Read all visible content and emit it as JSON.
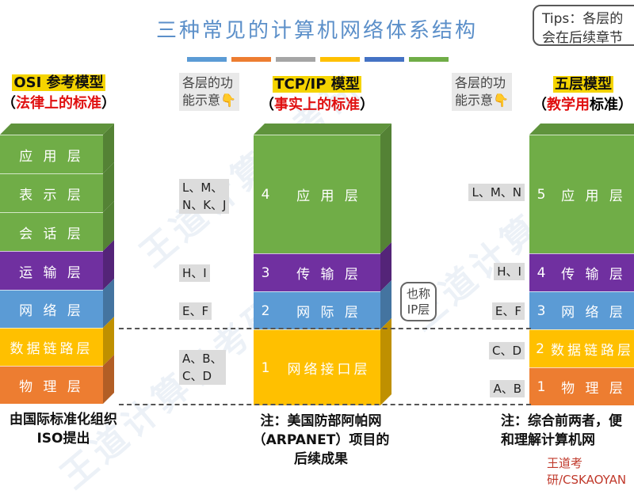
{
  "title": "三种常见的计算机网络体系结构",
  "tips": {
    "line1": "Tips：各层的",
    "line2": "会在后续章节"
  },
  "stripe_colors": [
    "#5b9bd5",
    "#ed7d31",
    "#a5a5a5",
    "#ffc000",
    "#4472c4",
    "#70ad47"
  ],
  "osi": {
    "heading_line1": "OSI 参考模型",
    "heading_line2_prefix": "（",
    "heading_line2_red": "法律上的标准",
    "heading_line2_suffix": "）",
    "layers": [
      {
        "name": "应 用 层",
        "color": "#70ad47"
      },
      {
        "name": "表 示 层",
        "color": "#70ad47"
      },
      {
        "name": "会 话 层",
        "color": "#70ad47"
      },
      {
        "name": "运 输 层",
        "color": "#7030a0"
      },
      {
        "name": "网 络 层",
        "color": "#5b9bd5"
      },
      {
        "name": "数据链路层",
        "color": "#ffc000"
      },
      {
        "name": "物 理 层",
        "color": "#ed7d31"
      }
    ],
    "footer_line1": "由国际标准化组织",
    "footer_line2": "ISO提出"
  },
  "func_note_left": {
    "line1": "各层的功",
    "line2": "能示意👇"
  },
  "func_note_right": {
    "line1": "各层的功",
    "line2": "能示意👇"
  },
  "tcpip": {
    "heading_line1": "TCP/IP 模型",
    "heading_line2_prefix": "（",
    "heading_line2_red": "事实上的标准",
    "heading_line2_suffix": "）",
    "layers": [
      {
        "num": "4",
        "name": "应 用 层",
        "color": "#70ad47"
      },
      {
        "num": "3",
        "name": "传 输 层",
        "color": "#7030a0"
      },
      {
        "num": "2",
        "name": "网 际 层",
        "color": "#5b9bd5"
      },
      {
        "num": "1",
        "name": "网络接口层",
        "color": "#ffc000"
      }
    ],
    "labels": [
      {
        "line1": "L、M、",
        "line2": "N、K、J"
      },
      {
        "line1": "H、I",
        "line2": ""
      },
      {
        "line1": "E、F",
        "line2": ""
      },
      {
        "line1": "A、B、",
        "line2": "C、D"
      }
    ],
    "callout_line1": "也称",
    "callout_line2": "IP层",
    "footer_line1": "注：美国防部阿帕网",
    "footer_line2": "（ARPANET）项目的",
    "footer_line3": "后续成果"
  },
  "five": {
    "heading_line1": "五层模型",
    "heading_line2_prefix": "（",
    "heading_line2_red": "教学用",
    "heading_line2_suffix": "标准）",
    "layers": [
      {
        "num": "5",
        "name": "应 用 层",
        "color": "#70ad47"
      },
      {
        "num": "4",
        "name": "传 输 层",
        "color": "#7030a0"
      },
      {
        "num": "3",
        "name": "网 络 层",
        "color": "#5b9bd5"
      },
      {
        "num": "2",
        "name": "数据链路层",
        "color": "#ffc000"
      },
      {
        "num": "1",
        "name": "物 理 层",
        "color": "#ed7d31"
      }
    ],
    "labels": [
      "L、M、N",
      "H、I",
      "E、F",
      "C、D",
      "A、B"
    ],
    "footer_line1": "注：综合前两者，便",
    "footer_line2": "和理解计算机网"
  },
  "watermark": "王道计算机考研",
  "credit": "王道考研/CSKAOYAN"
}
